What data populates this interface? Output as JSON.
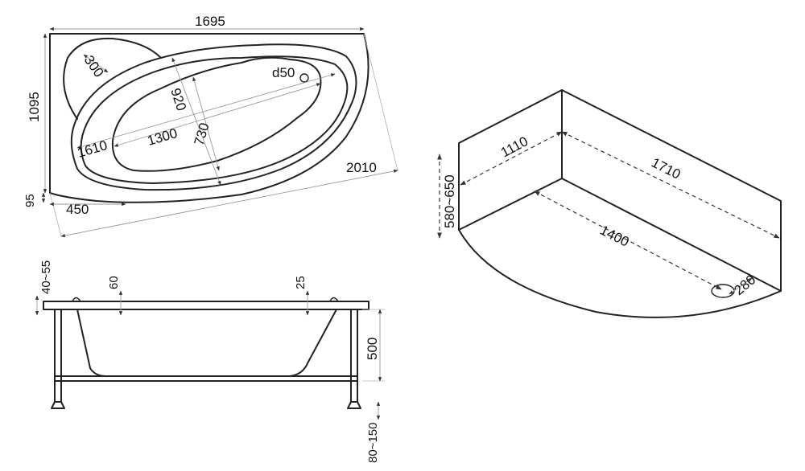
{
  "plan_view": {
    "overall_length": "1695",
    "overall_width": "1095",
    "diagonal": "2010",
    "headrest_radius": "300",
    "drain": "d50",
    "bowl_length": "1610",
    "bottom_length": "1300",
    "bowl_width": "920",
    "bottom_width": "730",
    "rim_offset": "95",
    "front_offset": "450"
  },
  "side_view": {
    "rim_thickness": "40~55",
    "rim_left": "60",
    "rim_right": "25",
    "frame_height": "500",
    "leg_adjust": "80~150"
  },
  "iso_view": {
    "height": "580~650",
    "width": "1110",
    "length": "1710",
    "diagonal": "1400",
    "drain_offset": "280"
  },
  "colors": {
    "line": "#222222",
    "dimension": "#9a9a9a",
    "background": "#ffffff"
  }
}
